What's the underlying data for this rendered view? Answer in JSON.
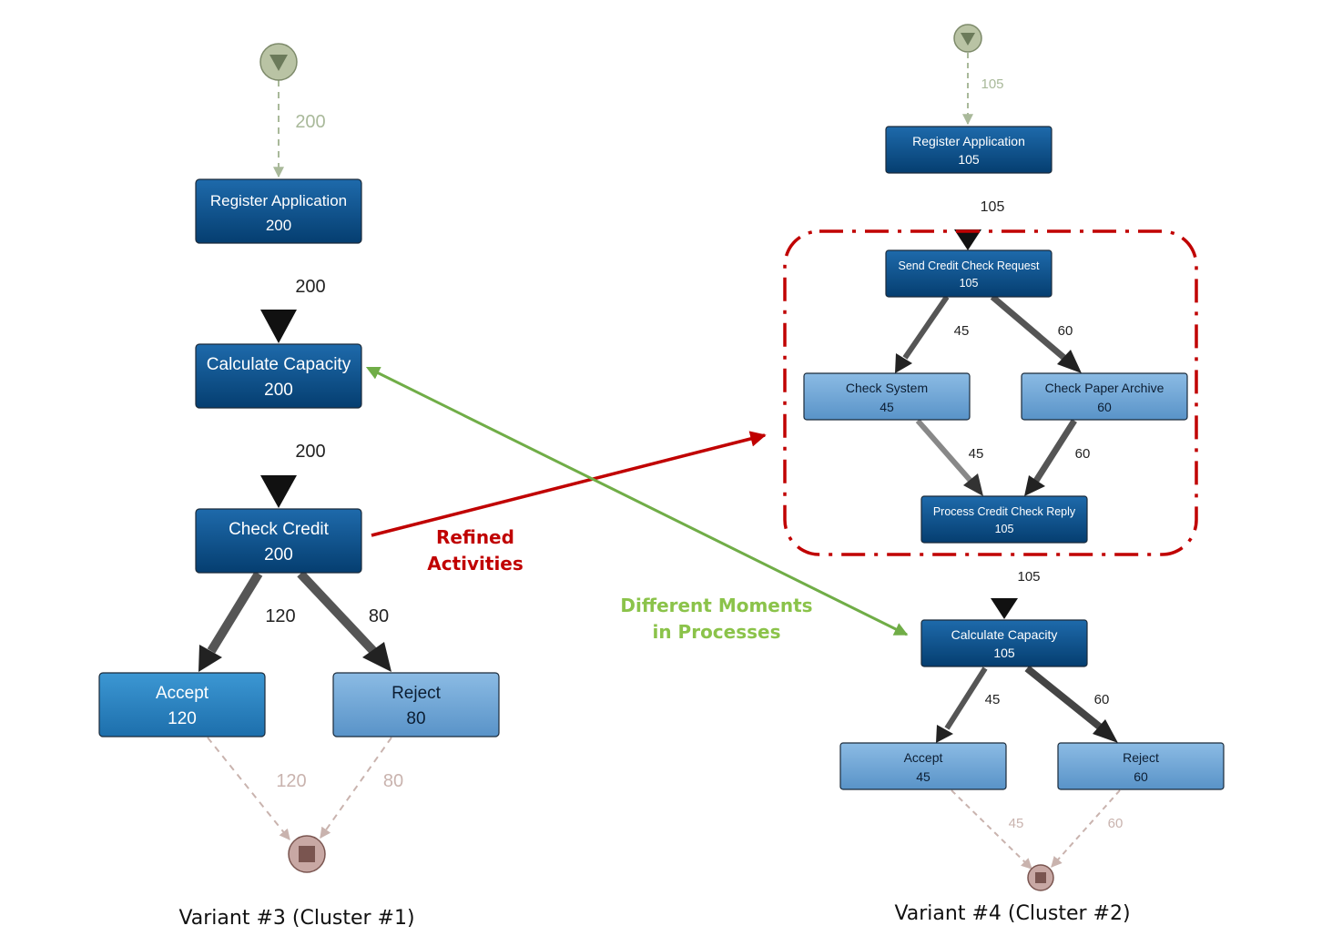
{
  "colors": {
    "dark_node": "#0b4f8a",
    "mid_node": "#2f86c4",
    "light_node": "#6aa3d6",
    "start_node": "#b9c3a4",
    "end_node": "#c8a8a4",
    "start_edge": "#a9b99a",
    "end_edge": "#c9b3ae",
    "refined_arrow": "#c00000",
    "moments_arrow": "#70ad47",
    "refined_box": "#c00000"
  },
  "left": {
    "caption": "Variant #3 (Cluster #1)",
    "start_label": "200",
    "nodes": {
      "register": {
        "name": "Register Application",
        "count": "200"
      },
      "calc": {
        "name": "Calculate Capacity",
        "count": "200"
      },
      "check": {
        "name": "Check Credit",
        "count": "200"
      },
      "accept": {
        "name": "Accept",
        "count": "120"
      },
      "reject": {
        "name": "Reject",
        "count": "80"
      }
    },
    "edges": {
      "reg_calc": "200",
      "calc_check": "200",
      "check_accept": "120",
      "check_reject": "80",
      "accept_end": "120",
      "reject_end": "80"
    }
  },
  "right": {
    "caption": "Variant #4 (Cluster #2)",
    "start_label": "105",
    "nodes": {
      "register": {
        "name": "Register Application",
        "count": "105"
      },
      "send": {
        "name": "Send Credit Check Request",
        "count": "105"
      },
      "system": {
        "name": "Check System",
        "count": "45"
      },
      "paper": {
        "name": "Check Paper Archive",
        "count": "60"
      },
      "process": {
        "name": "Process Credit Check Reply",
        "count": "105"
      },
      "calc": {
        "name": "Calculate Capacity",
        "count": "105"
      },
      "accept": {
        "name": "Accept",
        "count": "45"
      },
      "reject": {
        "name": "Reject",
        "count": "60"
      }
    },
    "edges": {
      "reg_send": "105",
      "send_system": "45",
      "send_paper": "60",
      "system_process": "45",
      "paper_process": "60",
      "process_calc": "105",
      "calc_accept": "45",
      "calc_reject": "60",
      "accept_end": "45",
      "reject_end": "60"
    }
  },
  "annotations": {
    "refined_line1": "Refined",
    "refined_line2": "Activities",
    "moments_line1": "Different Moments",
    "moments_line2": "in Processes"
  }
}
